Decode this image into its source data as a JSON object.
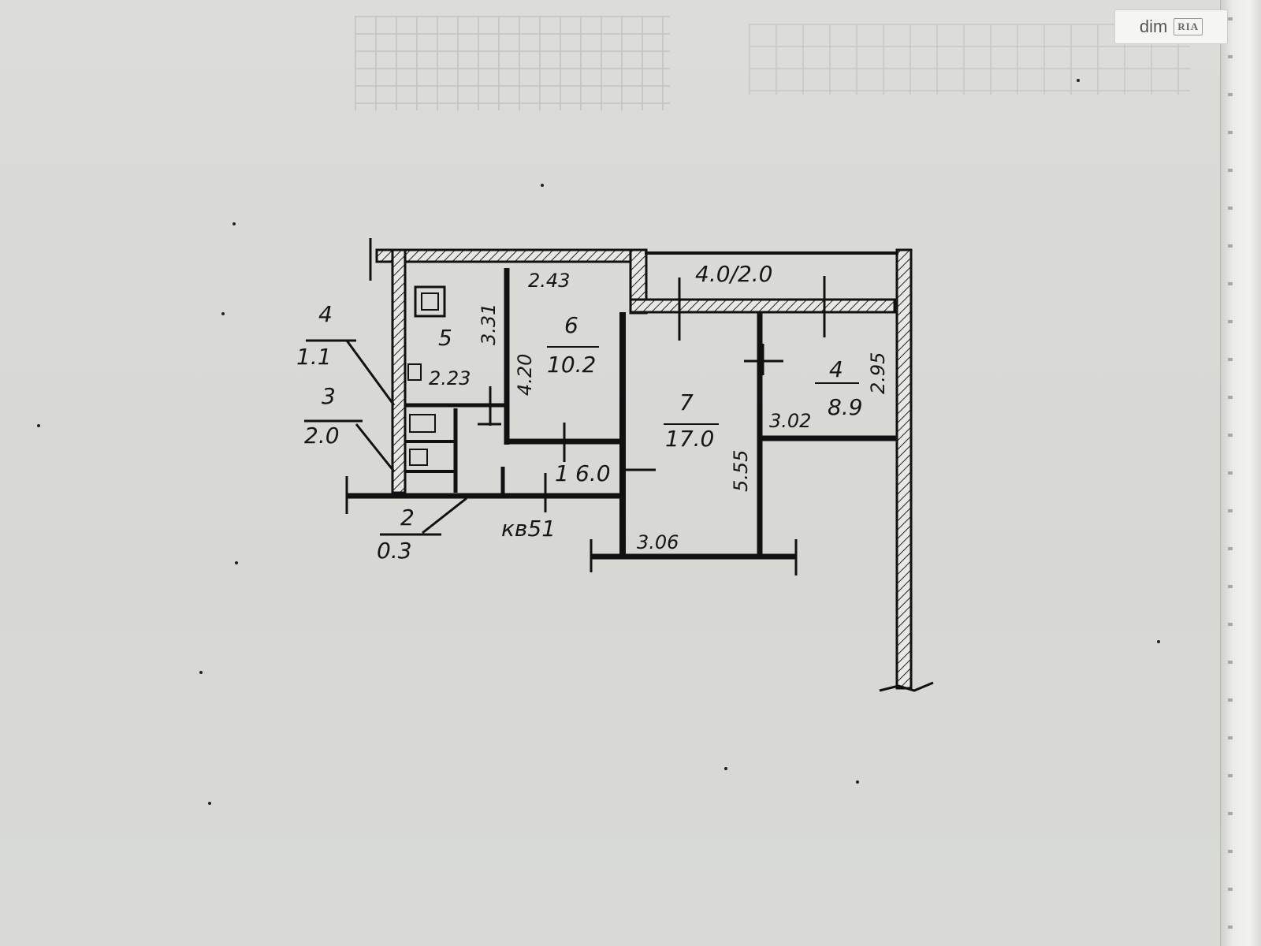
{
  "watermark": {
    "brand": "dim",
    "badge": "RIA"
  },
  "rooms": [
    {
      "number": "6",
      "area": "10.2"
    },
    {
      "number": "7",
      "area": "17.0"
    },
    {
      "number": "4",
      "area": "8.9"
    },
    {
      "number": "5",
      "area": ""
    },
    {
      "number": "4",
      "area": "1.1"
    },
    {
      "number": "3",
      "area": "2.0"
    },
    {
      "number": "2",
      "area": "0.3"
    },
    {
      "number": "1",
      "area": "6.0"
    }
  ],
  "labels": {
    "balcony": "4.0/2.0",
    "apartment": "кв51"
  },
  "dimensions": [
    "2.43",
    "3.31",
    "4.20",
    "2.23",
    "5.55",
    "3.06",
    "3.02",
    "2.95"
  ],
  "colors": {
    "paper": "#d9dad6",
    "ink": "#161616"
  }
}
